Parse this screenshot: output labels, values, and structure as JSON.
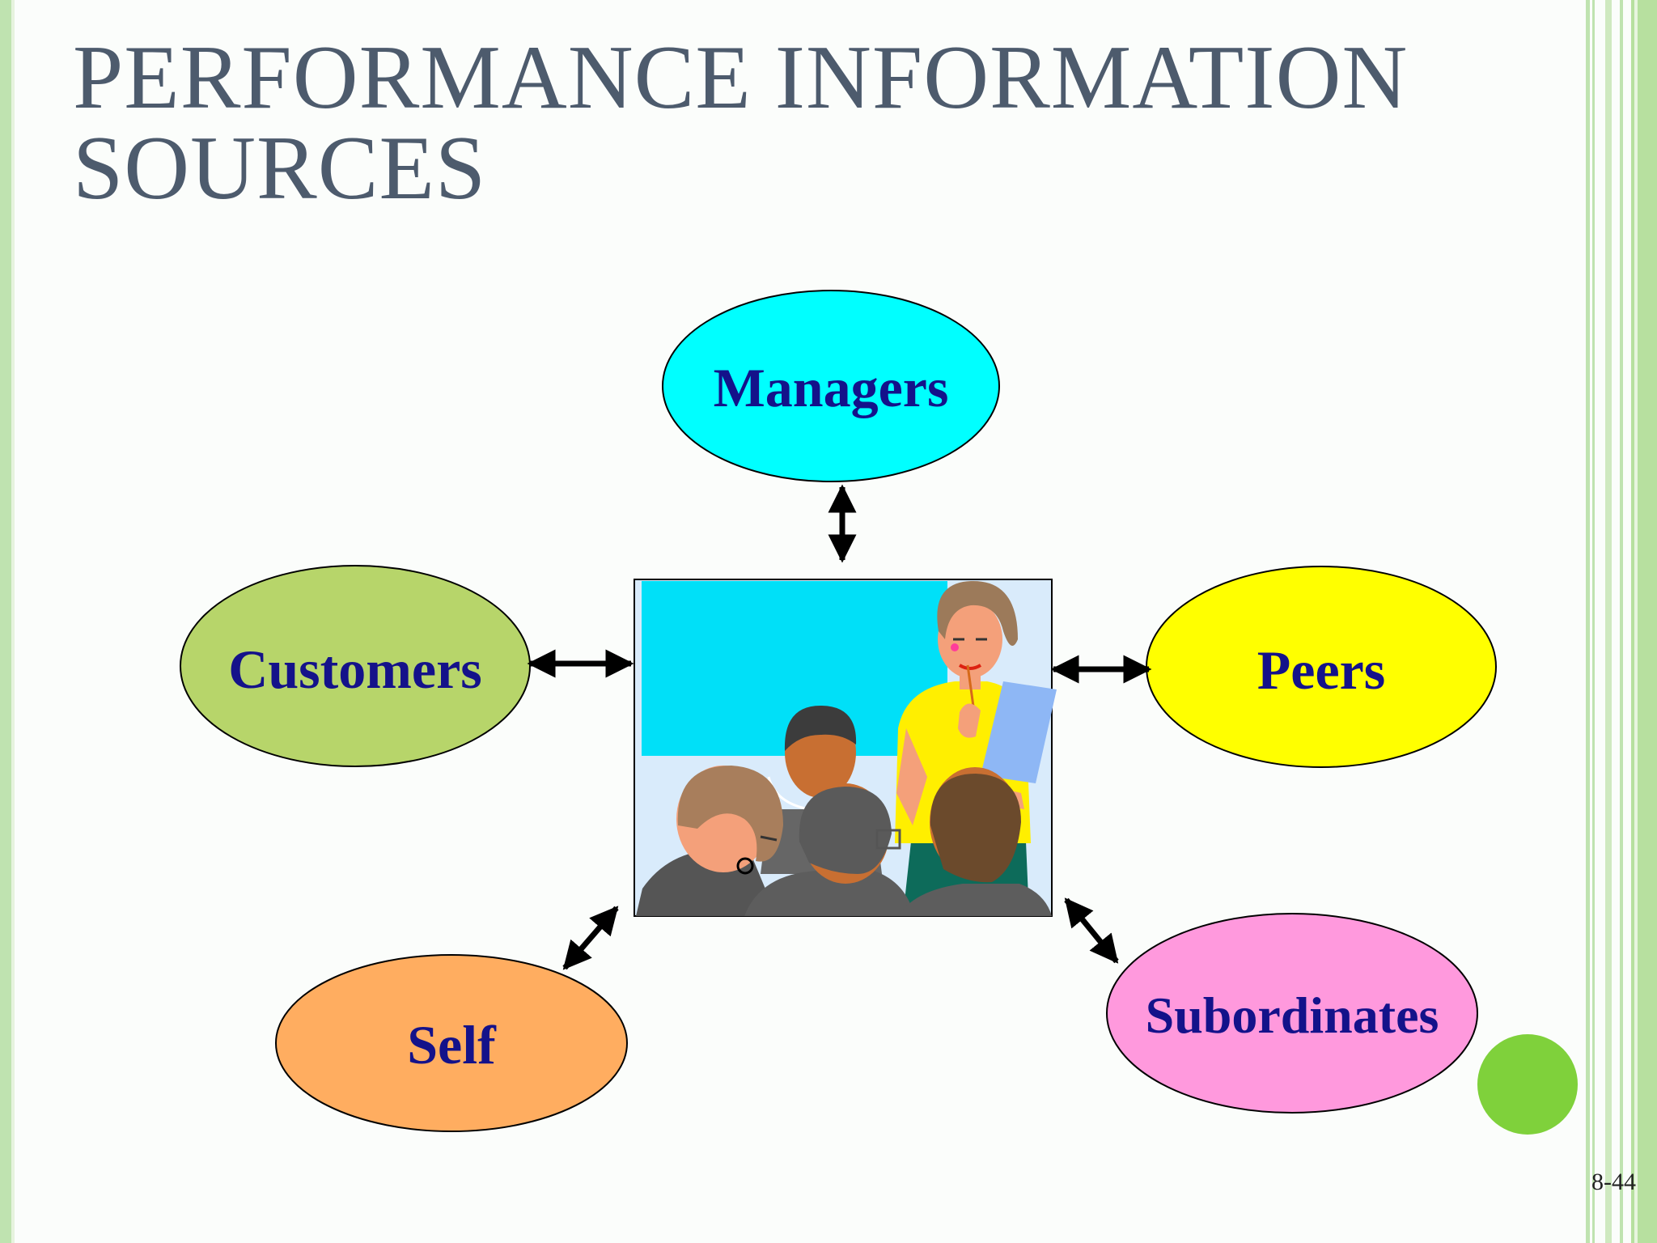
{
  "title": {
    "line1": "PERFORMANCE INFORMATION",
    "line2": "SOURCES"
  },
  "nodes": {
    "managers": {
      "label": "Managers",
      "color": "#00ffff"
    },
    "customers": {
      "label": "Customers",
      "color": "#b7d56a"
    },
    "peers": {
      "label": "Peers",
      "color": "#ffff00"
    },
    "self": {
      "label": "Self",
      "color": "#ffad60"
    },
    "subordinates": {
      "label": "Subordinates",
      "color": "#ff99dd"
    }
  },
  "center_image": {
    "icon": "meeting-illustration"
  },
  "page_number": "8-44",
  "colors": {
    "title": "#4d5b6d",
    "label": "#14128a",
    "accent_circle": "#7fd13b",
    "stripe": "#bfe3b0"
  }
}
